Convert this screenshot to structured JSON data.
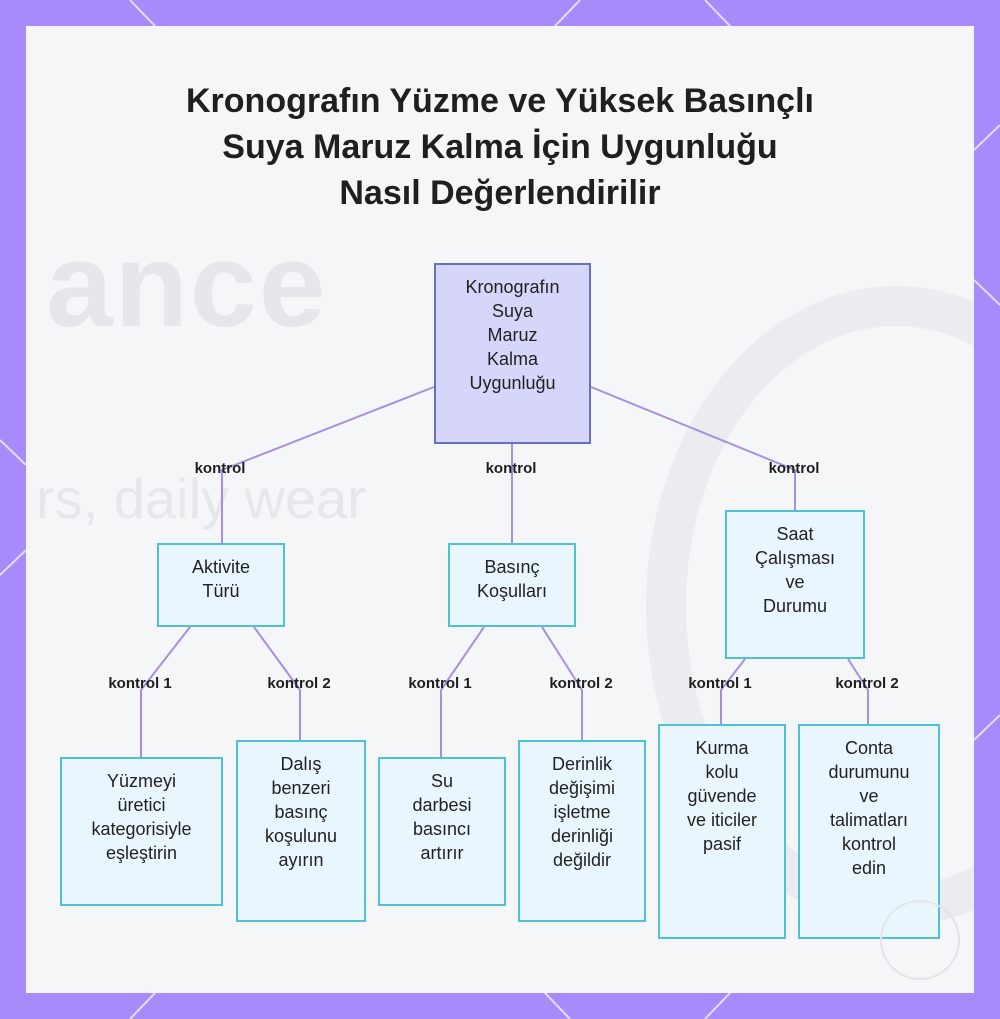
{
  "title_lines": [
    "Kronografın Yüzme ve Yüksek Basınçlı",
    "Suya Maruz Kalma İçin Uygunluğu",
    "Nasıl Değerlendirilir"
  ],
  "watermark": {
    "line1": "ance",
    "line2": "rs, daily wear"
  },
  "nodes": {
    "root": "Kronografın\nSuya\nMaruz\nKalma\nUygunluğu",
    "activity": "Aktivite\nTürü",
    "pressure": "Basınç\nKoşulları",
    "operation": "Saat\nÇalışması\nve\nDurumu",
    "leaf1": "Yüzmeyi\nüretici\nkategorisiyle\neşleştirin",
    "leaf2": "Dalış\nbenzeri\nbasınç\nkoşulunu\nayırın",
    "leaf3": "Su\ndarbesi\nbasıncı\nartırır",
    "leaf4": "Derinlik\ndeğişimi\nişletme\nderinliği\ndeğildir",
    "leaf5": "Kurma\nkolu\ngüvende\nve iticiler\npasif",
    "leaf6": "Conta\ndurumunu\nve\ntalimatları\nkontrol\nedin"
  },
  "edge_labels": {
    "root_activity": "kontrol",
    "root_pressure": "kontrol",
    "root_operation": "kontrol",
    "activity_1": "kontrol 1",
    "activity_2": "kontrol 2",
    "pressure_1": "kontrol 1",
    "pressure_2": "kontrol 2",
    "operation_1": "kontrol 1",
    "operation_2": "kontrol 2"
  },
  "colors": {
    "frame": "#a78bfa",
    "edge": "#a98ee0",
    "root_fill": "#d6d6fb",
    "root_border": "#6b6fc2",
    "node_fill": "#eaf6fd",
    "node_border": "#4fc1d3"
  }
}
